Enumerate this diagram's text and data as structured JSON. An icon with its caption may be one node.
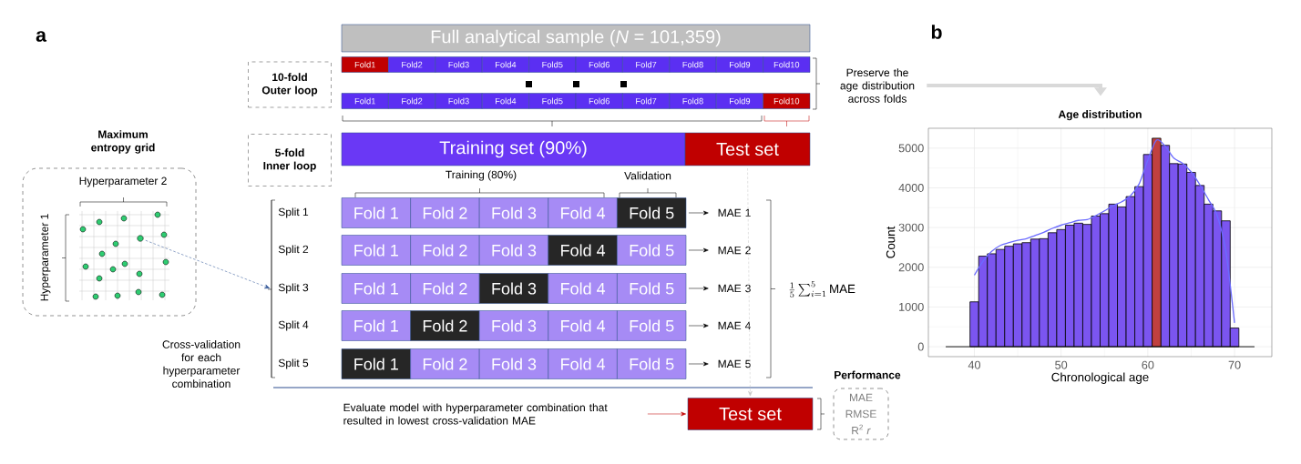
{
  "diagram": {
    "nodes": [
      {
        "text": [
          "Full analytical sample (*N* = 101,359)"
        ]
      },
      {
        "text": [
          "10-fold Outer loop"
        ]
      },
      {
        "text": [
          "Fold1"
        ]
      },
      {
        "text": [
          "Fold2"
        ]
      },
      {
        "text": [
          "Fold3"
        ]
      },
      {
        "text": [
          "Fold4"
        ]
      },
      {
        "text": [
          "Fold5"
        ]
      },
      {
        "text": [
          "Fold6"
        ]
      },
      {
        "text": [
          "Fold7"
        ]
      },
      {
        "text": [
          "Fold8"
        ]
      },
      {
        "text": [
          "Fold9"
        ]
      },
      {
        "text": [
          "Fold10"
        ]
      },
      {
        "text": [
          "Preserve the age distribution across folds"
        ]
      },
      {
        "text": [
          "Fold1"
        ]
      },
      {
        "text": [
          "Fold2"
        ]
      },
      {
        "text": [
          "Fold3"
        ]
      },
      {
        "text": [
          "Fold4"
        ]
      },
      {
        "text": [
          "Fold5"
        ]
      },
      {
        "text": [
          "Fold6"
        ]
      },
      {
        "text": [
          "Fold7"
        ]
      },
      {
        "text": [
          "Fold8"
        ]
      },
      {
        "text": [
          "Fold9"
        ]
      },
      {
        "text": [
          "Fold10"
        ]
      },
      {
        "text": [
          "Training set (90%)"
        ]
      },
      {
        "text": [
          "Test set"
        ]
      },
      {
        "text": [
          "5-fold Inner loop"
        ]
      },
      {
        "text": [
          "Maximum entropy grid",
          "Hyperparameter 2",
          "Hyperparameter 1"
        ]
      },
      {
        "text": [],
        "shape": "circle",
        "in": 26
      },
      {
        "text": [
          "Fold 1"
        ]
      },
      {
        "text": [
          "Fold 2"
        ]
      },
      {
        "text": [
          "Fold 3"
        ]
      },
      {
        "text": [
          "Fold 4"
        ]
      },
      {
        "text": [
          "Fold 5"
        ]
      },
      {
        "text": [
          "MAE 1"
        ]
      },
      {
        "text": [
          "Fold 1"
        ]
      },
      {
        "text": [
          "Fold 2"
        ]
      },
      {
        "text": [
          "Fold 3"
        ]
      },
      {
        "text": [
          "Fold 4"
        ]
      },
      {
        "text": [
          "Fold 5"
        ]
      },
      {
        "text": [
          "MAE 2"
        ]
      },
      {
        "text": [
          "Fold 1"
        ]
      },
      {
        "text": [
          "Fold 2"
        ]
      },
      {
        "text": [
          "Fold 3"
        ]
      },
      {
        "text": [
          "Fold 4"
        ]
      },
      {
        "text": [
          "Fold 5"
        ]
      },
      {
        "text": [
          "MAE 3"
        ]
      },
      {
        "text": [
          "Fold 1"
        ]
      },
      {
        "text": [
          "Fold 2"
        ]
      },
      {
        "text": [
          "Fold 3"
        ]
      },
      {
        "text": [
          "Fold 4"
        ]
      },
      {
        "text": [
          "Fold 5"
        ]
      },
      {
        "text": [
          "MAE 4"
        ]
      },
      {
        "text": [
          "Fold 1"
        ]
      },
      {
        "text": [
          "Fold 2"
        ]
      },
      {
        "text": [
          "Fold 3"
        ]
      },
      {
        "text": [
          "Fold 4"
        ]
      },
      {
        "text": [
          "Fold 5"
        ]
      },
      {
        "text": [
          "MAE 5"
        ]
      },
      {
        "text": [
          "Evaluate model with hyperparameter combination that resulted in lowest cross-validation MAE"
        ]
      },
      {
        "text": [
          "Test set"
        ]
      },
      {
        "text": [
          "Performance",
          "MAE",
          "RMSE",
          "R$^{2}$ *r*"
        ]
      },
      {
        "text": [],
        "shape": "bar"
      }
    ],
    "edges": [
      {
        "from": 12,
        "to": null,
        "arrow": "to",
        "style": "thick",
        "color": "#d9d9d9"
      },
      {
        "from": 27,
        "to": 61,
        "arrow": "to",
        "style": "dashed",
        "color": "#2f5597"
      },
      {
        "from": 32,
        "to": 33,
        "arrow": "to"
      },
      {
        "from": 38,
        "to": 39,
        "arrow": "to"
      },
      {
        "from": 44,
        "to": 45,
        "arrow": "to"
      },
      {
        "from": 50,
        "to": 51,
        "arrow": "to"
      },
      {
        "from": 56,
        "to": 57,
        "arrow": "to"
      },
      {
        "from": 24,
        "to": 59,
        "arrow": "to",
        "style": "dashed",
        "color": "#c8c8c8"
      },
      {
        "from": 58,
        "to": 59,
        "arrow": "to",
        "color": "#c00000"
      }
    ],
    "labels": [
      "a",
      "b",
      "Training (80%)",
      "Validation",
      "Split 1",
      "Split 2",
      "Split 3",
      "Split 4",
      "Split 5",
      "\\frac{1}{5}\\sum_{i=1}^{5}\\mathrm{MAE}",
      "Cross-validation for each hyperparameter combination"
    ],
    "chart_data": {
      "type": "bar",
      "title": "Age distribution",
      "xlabel": "Chronological age",
      "ylabel": "Count",
      "x": [
        40,
        41,
        42,
        43,
        44,
        45,
        46,
        47,
        48,
        49,
        50,
        51,
        52,
        53,
        54,
        55,
        56,
        57,
        58,
        59,
        60,
        61,
        62,
        63,
        64,
        65,
        66,
        67,
        68,
        69,
        70
      ],
      "series": [
        {
          "color": "#7b55f0",
          "values": [
            1130,
            2280,
            2340,
            2450,
            2530,
            2590,
            2620,
            2710,
            2720,
            2870,
            2950,
            3060,
            3110,
            3080,
            3290,
            3350,
            3590,
            3520,
            3780,
            4030,
            4840,
            null,
            5070,
            4610,
            4600,
            4390,
            4060,
            3590,
            3420,
            3170,
            470
          ]
        },
        {
          "color": "#c0403f",
          "values": [
            null,
            null,
            null,
            null,
            null,
            null,
            null,
            null,
            null,
            null,
            null,
            null,
            null,
            null,
            null,
            null,
            null,
            null,
            null,
            null,
            null,
            5250,
            null,
            null,
            null,
            null,
            null,
            null,
            null,
            null,
            null
          ]
        },
        {
          "color": "#6b6bff",
          "type": "line",
          "values": [
            1800,
            2150,
            2400,
            2550,
            2620,
            2680,
            2720,
            2800,
            2880,
            2980,
            3060,
            3120,
            3180,
            3200,
            3300,
            3420,
            3550,
            3650,
            3800,
            4100,
            4700,
            5200,
            5050,
            4750,
            4620,
            4400,
            4080,
            3700,
            3300,
            2400,
            600
          ]
        }
      ],
      "grid": true,
      "ref_lines": [
        {
          "axis": "y",
          "value": 0
        }
      ],
      "xlim": [
        34.7,
        74.3
      ],
      "ylim": [
        -250,
        5500
      ],
      "xticks": [
        40,
        50,
        60,
        70
      ],
      "yticks": [
        0,
        1000,
        2000,
        3000,
        4000,
        5000
      ]
    }
  }
}
